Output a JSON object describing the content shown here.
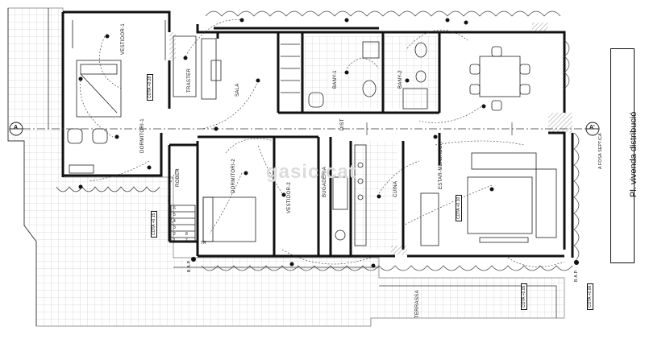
{
  "title": "Pl. vivenda distribució",
  "rooms": {
    "vestidor1": "VESTIDOR-1",
    "dormitori1": "DORMITORI-1",
    "traster": "TRASTER",
    "sala": "SALA",
    "bany1": "BANY-1",
    "bany2": "BANY-2",
    "rober": "ROBER",
    "dormitori2": "DORMITORI-2",
    "vestidor2": "VESTIDOR-2",
    "bugaderia": "BUGADERIA",
    "cuina": "CUINA",
    "estar_menjador": "ESTAR-MENJADOR",
    "terrassa": "TERRASSA",
    "dist": "DIST"
  },
  "levels": {
    "cota_028": "COTA +0.28",
    "cota_010": "COTA +0.10",
    "cota_015": "COTA +0.15",
    "cota_005": "COTA +0.05",
    "cota_000": "COTA +0.00"
  },
  "section_markers": {
    "left": "A",
    "right": "A'"
  },
  "annotations": {
    "fosa_septica": "A FOSA SEPTICA",
    "bap_left": "B.A.P.",
    "bap_right": "B.A.P.",
    "tr": "TR",
    "watermark": "gasic.cat"
  },
  "stairs": [
    "1",
    "2",
    "3",
    "4",
    "5",
    "6",
    "7",
    "8"
  ]
}
